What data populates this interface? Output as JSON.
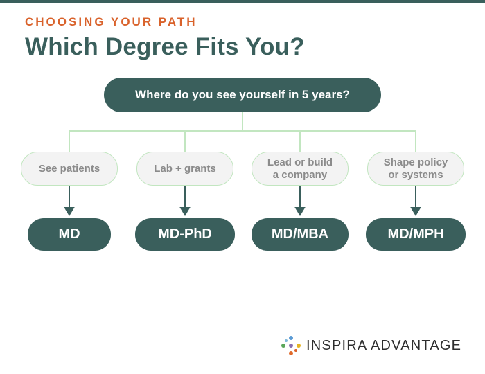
{
  "header": {
    "eyebrow": "CHOOSING YOUR PATH",
    "title": "Which Degree Fits You?"
  },
  "question": "Where do you see yourself in 5 years?",
  "paths": [
    {
      "option": "See patients",
      "degree": "MD"
    },
    {
      "option": "Lab + grants",
      "degree": "MD-PhD"
    },
    {
      "option": "Lead or build\na company",
      "degree": "MD/MBA"
    },
    {
      "option": "Shape policy\nor systems",
      "degree": "MD/MPH"
    }
  ],
  "brand": {
    "name": "INSPIRA ADVANTAGE",
    "icon": "colored-dots-logo-icon"
  },
  "colors": {
    "primary": "#3a5f5c",
    "accent": "#d9622b",
    "option_fill": "#f3f3f3",
    "option_border": "#c2e6c0",
    "connector": "#c2e6c0"
  }
}
